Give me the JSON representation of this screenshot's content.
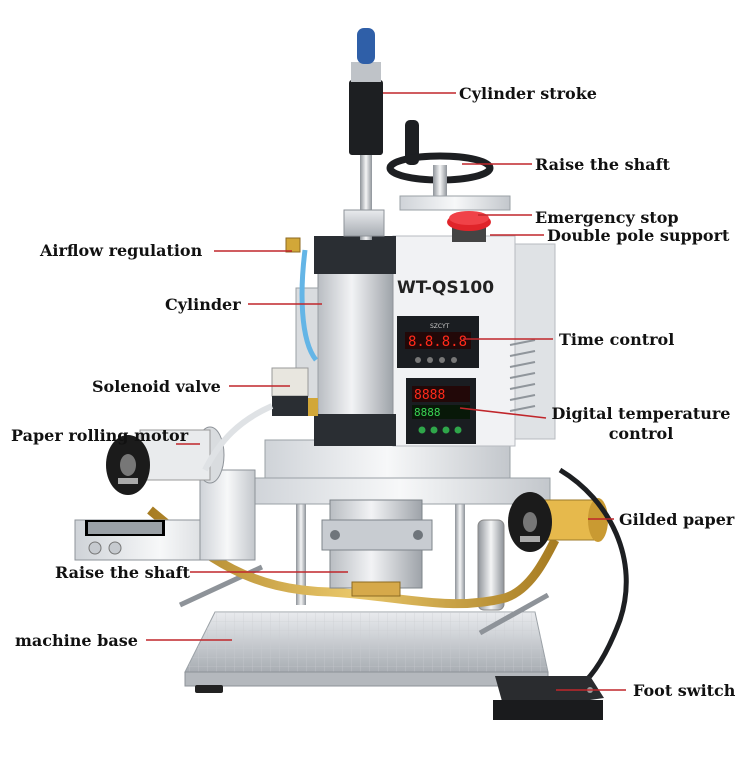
{
  "labels": {
    "cylinder_stroke": "Cylinder stroke",
    "raise_shaft_top": "Raise the shaft",
    "emergency_stop": "Emergency stop",
    "double_pole_support": "Double pole support",
    "airflow_regulation": "Airflow regulation",
    "cylinder": "Cylinder",
    "time_control": "Time control",
    "solenoid_valve": "Solenoid valve",
    "digital_temperature_control_1": "Digital temperature",
    "digital_temperature_control_2": "control",
    "paper_rolling_motor": "Paper rolling motor",
    "gilded_paper": "Gilded paper",
    "raise_shaft_bottom": "Raise the shaft",
    "machine_base": "machine base",
    "foot_switch": "Foot switch"
  },
  "machine": {
    "model_plate": "WT-QS100",
    "brand_tag": "SZCYT",
    "timer_display": "8.8.8.8",
    "temp_display_top": "8888",
    "temp_display_bottom": "8888"
  },
  "colors": {
    "leader_line": "#c0262b",
    "emergency_button": "#e0242a",
    "knob_blue": "#2f5fa8",
    "gold_foil": "#c9a03a",
    "display_red": "#ff2a1a",
    "display_green": "#39d353"
  },
  "icons": [
    "emergency-stop-icon",
    "foot-pedal-icon",
    "display-icon"
  ]
}
